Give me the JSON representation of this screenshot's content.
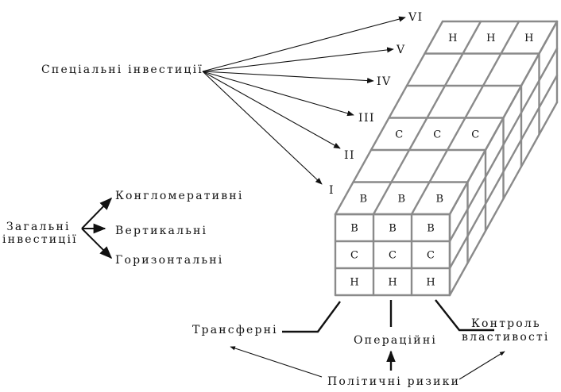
{
  "special_investments": {
    "label": "Спеціальні інвестиції",
    "levels": [
      "I",
      "II",
      "III",
      "IV",
      "V",
      "VI"
    ]
  },
  "general_investments": {
    "label_line1": "Загальні",
    "label_line2": "інвестиції",
    "types": [
      "Конгломеративні",
      "Вертикальні",
      "Горизонтальні"
    ]
  },
  "cube": {
    "front_rows": [
      [
        "В",
        "В",
        "В"
      ],
      [
        "С",
        "С",
        "С"
      ],
      [
        "Н",
        "Н",
        "Н"
      ]
    ],
    "top_level_I": [
      "В",
      "В",
      "В"
    ],
    "top_level_III": [
      "С",
      "С",
      "С"
    ],
    "top_level_VI": [
      "Н",
      "Н",
      "Н"
    ]
  },
  "risks": {
    "transfer": "Трансферні",
    "operational": "Операційні",
    "ownership_line1": "Контроль",
    "ownership_line2": "властивості",
    "political": "Політичні ризики"
  },
  "colors": {
    "grid": "#8a8a8a",
    "ink": "#111111"
  }
}
